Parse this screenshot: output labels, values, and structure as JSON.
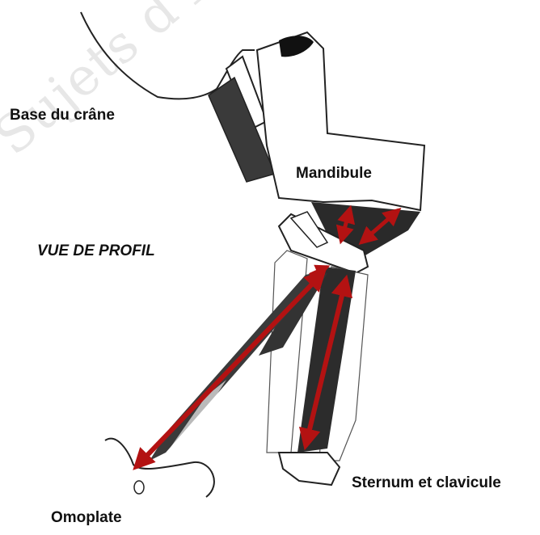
{
  "labels": {
    "skull_base": "Base du crâne",
    "mandible": "Mandibule",
    "profile_view": "VUE DE PROFIL",
    "sternum_clavicle": "Sternum et clavicule",
    "scapula": "Omoplate"
  },
  "watermark": {
    "text": "Sujets d'Exame"
  },
  "colors": {
    "arrow": "#b31212",
    "ink": "#111111",
    "muscle_dark": "#2a2a2a",
    "watermark": "#e7e7e7"
  }
}
